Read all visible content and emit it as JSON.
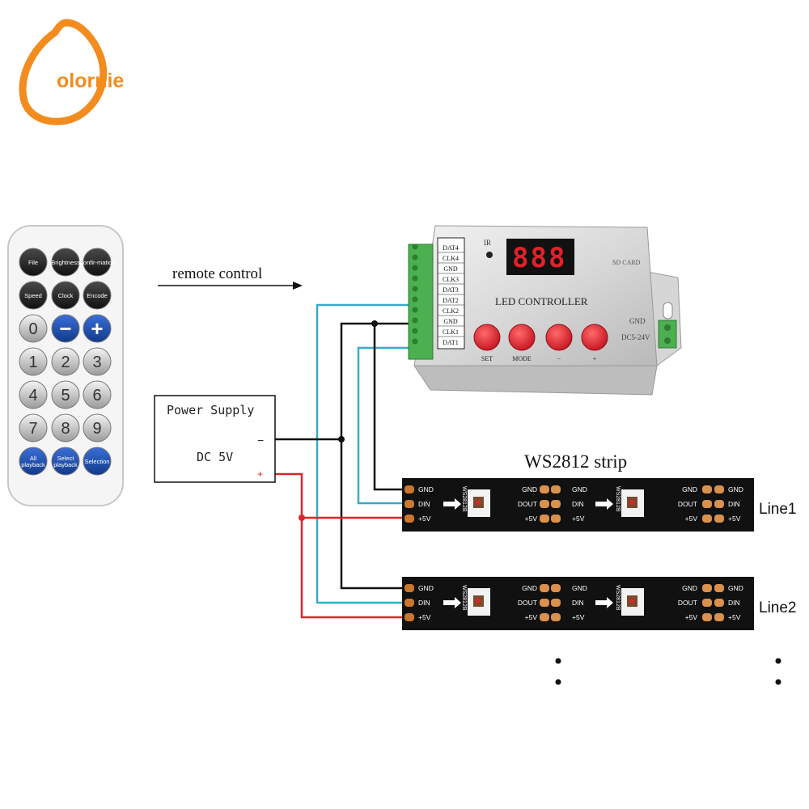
{
  "logo": {
    "text": "olornie",
    "color": "#f28c1e"
  },
  "remote": {
    "rows": [
      [
        {
          "label": "File",
          "color": "red"
        },
        {
          "label": "Brightness",
          "color": "red"
        },
        {
          "label": "Confir-mation",
          "color": "red"
        }
      ],
      [
        {
          "label": "Speed",
          "color": "red"
        },
        {
          "label": "Clock",
          "color": "red"
        },
        {
          "label": "Encode",
          "color": "red"
        }
      ],
      [
        {
          "label": "0",
          "color": "gray"
        },
        {
          "label": "−",
          "color": "blue"
        },
        {
          "label": "+",
          "color": "blue"
        }
      ],
      [
        {
          "label": "1",
          "color": "gray"
        },
        {
          "label": "2",
          "color": "gray"
        },
        {
          "label": "3",
          "color": "gray"
        }
      ],
      [
        {
          "label": "4",
          "color": "gray"
        },
        {
          "label": "5",
          "color": "gray"
        },
        {
          "label": "6",
          "color": "gray"
        }
      ],
      [
        {
          "label": "7",
          "color": "gray"
        },
        {
          "label": "8",
          "color": "gray"
        },
        {
          "label": "9",
          "color": "gray"
        }
      ],
      [
        {
          "label": "All playback",
          "color": "blue"
        },
        {
          "label": "Select playback",
          "color": "blue"
        },
        {
          "label": "Selection",
          "color": "blue"
        }
      ]
    ]
  },
  "remote_label": "remote control",
  "controller": {
    "display": "888",
    "title": "LED CONTROLLER",
    "ir": "IR",
    "sd_card": "SD CARD",
    "pins": [
      "DAT4",
      "CLK4",
      "GND",
      "CLK3",
      "DAT3",
      "DAT2",
      "CLK2",
      "GND",
      "CLK1",
      "DAT1"
    ],
    "power_pins": [
      "GND",
      "DC5-24V"
    ],
    "buttons": [
      "SET",
      "MODE",
      "−",
      "+"
    ]
  },
  "power_supply": {
    "title": "Power Supply",
    "voltage": "DC 5V",
    "minus": "−",
    "plus": "+"
  },
  "strip_title": "WS2812 strip",
  "strips": [
    {
      "label": "Line1"
    },
    {
      "label": "Line2"
    }
  ],
  "strip_pads": {
    "left": [
      "GND",
      "DIN",
      "+5V"
    ],
    "mid": [
      "GND",
      "DOUT",
      "+5V"
    ],
    "right": [
      "GND",
      "DIN",
      "+5V"
    ],
    "chip": "WS2812B"
  },
  "colors": {
    "cyan_wire": "#3aa9c9",
    "black_wire": "#111111",
    "red_wire": "#d9262b",
    "button_red": "#e01e2c",
    "terminal_green": "#4caf50"
  }
}
